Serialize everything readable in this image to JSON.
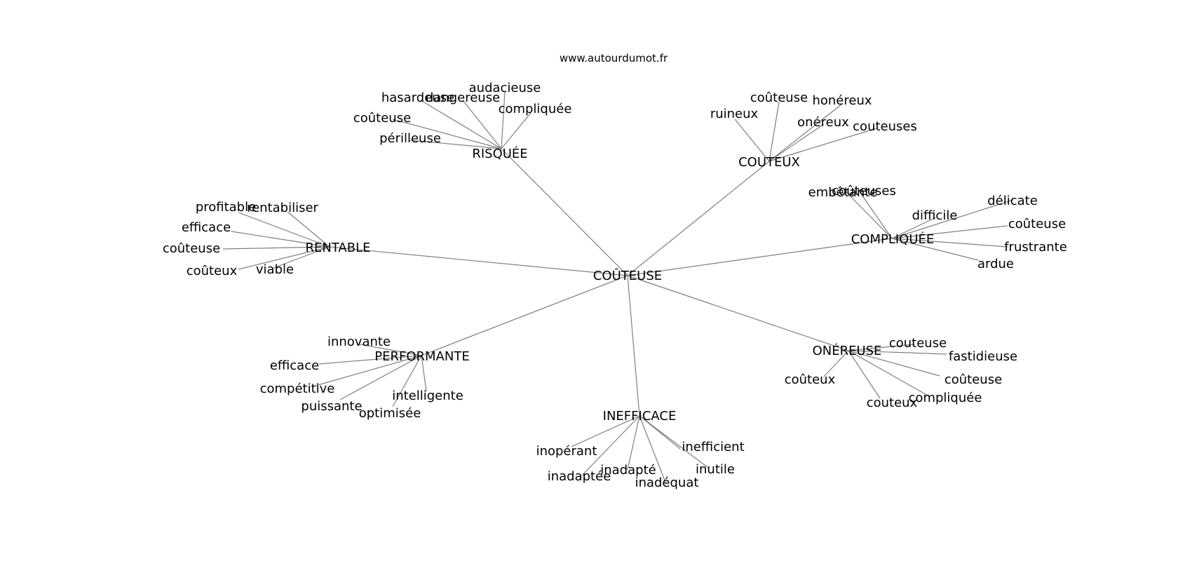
{
  "credit": "www.autourdumot.fr",
  "edge_color": "#808080",
  "text_color": "#000000",
  "center": {
    "label": "COÛTEUSE"
  },
  "clusters": [
    {
      "id": "risquee",
      "label": "RISQUÉE",
      "words": [
        "hasardeuse",
        "dangereuse",
        "audacieuse",
        "compliquée",
        "coûteuse",
        "périlleuse"
      ]
    },
    {
      "id": "couteux",
      "label": "COUTEUX",
      "words": [
        "ruineux",
        "coûteuse",
        "honéreux",
        "onéreux",
        "couteuses"
      ]
    },
    {
      "id": "compliquee",
      "label": "COMPLIQUÉE",
      "words": [
        "embêtante",
        "coûteuses",
        "difficile",
        "délicate",
        "coûteuse",
        "frustrante",
        "ardue"
      ]
    },
    {
      "id": "rentable",
      "label": "RENTABLE",
      "words": [
        "profitable",
        "rentabiliser",
        "efficace",
        "coûteuse",
        "coûteux",
        "viable"
      ]
    },
    {
      "id": "performante",
      "label": "PERFORMANTE",
      "words": [
        "innovante",
        "efficace",
        "compétitive",
        "puissante",
        "intelligente",
        "optimisée"
      ]
    },
    {
      "id": "onereuse",
      "label": "ONÉREUSE",
      "words": [
        "couteuse",
        "fastidieuse",
        "coûteux",
        "coûteuse",
        "couteux",
        "compliquée"
      ]
    },
    {
      "id": "inefficace",
      "label": "INEFFICACE",
      "words": [
        "inopérant",
        "inadaptée",
        "inadapté",
        "inadéquat",
        "inefficient",
        "inutile"
      ]
    }
  ]
}
